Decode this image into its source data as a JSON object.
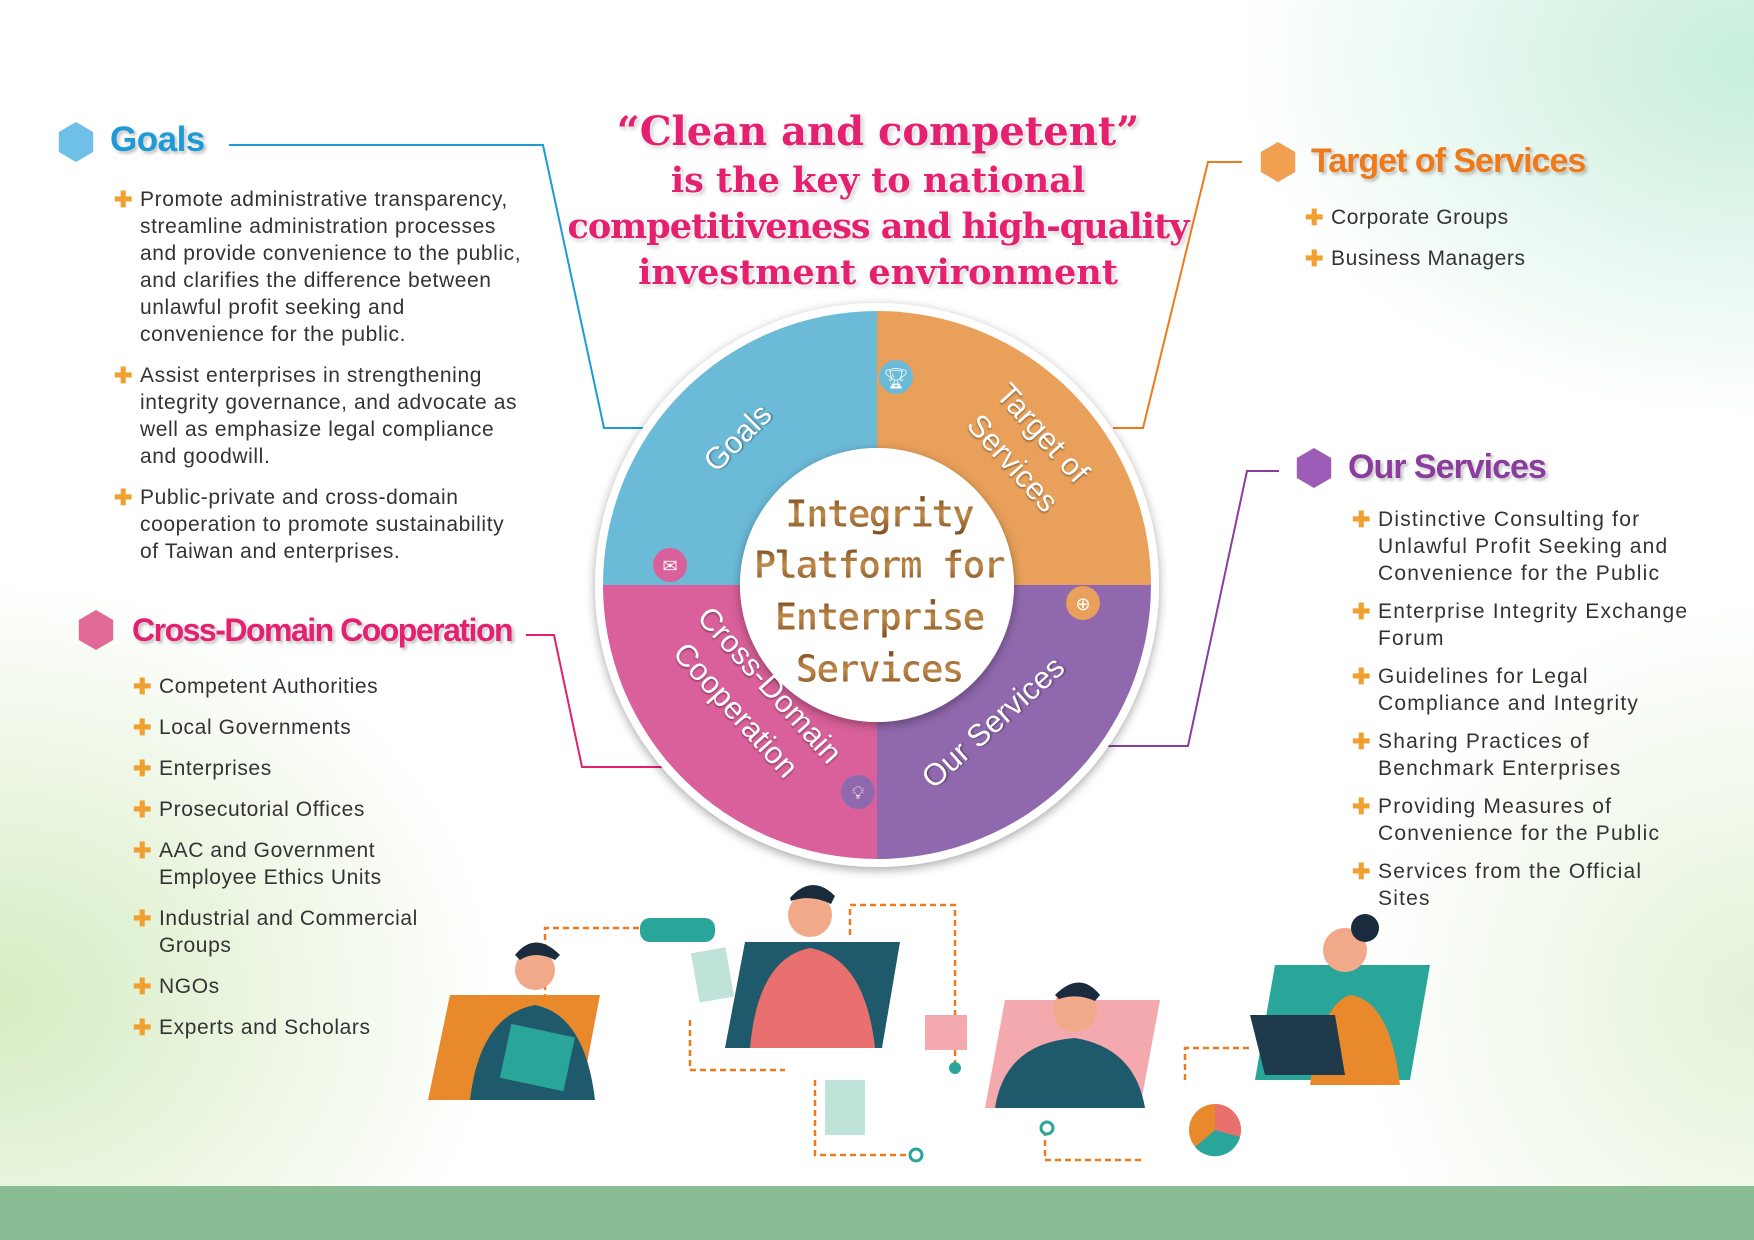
{
  "title": {
    "lines": [
      "“Clean and competent”",
      "is the key to national",
      "competitiveness and high-quality",
      "investment environment"
    ]
  },
  "center": {
    "lines": [
      "Integrity",
      "Platform for",
      "Enterprise",
      "Services"
    ]
  },
  "ring": {
    "goals": "Goals",
    "target": [
      "Target of",
      "Services"
    ],
    "cross": [
      "Cross-Domain",
      "Cooperation"
    ],
    "ours": "Our Services"
  },
  "colors": {
    "goals": "#6bbad8",
    "target": "#e8a05a",
    "ours": "#9068ad",
    "cross": "#d9609a",
    "plus": "#f0a030",
    "band": "#8bbd94"
  },
  "goals": {
    "heading": "Goals",
    "items": [
      "Promote administrative transparency, streamline administration processes and provide convenience to the public, and clarifies the difference between unlawful profit seeking and convenience for the public.",
      "Assist enterprises in strengthening integrity governance, and advocate as well as emphasize legal compliance and goodwill.",
      "Public-private and cross-domain cooperation to promote sustainability of Taiwan and enterprises."
    ]
  },
  "cross": {
    "heading": "Cross-Domain Cooperation",
    "items": [
      "Competent Authorities",
      "Local Governments",
      "Enterprises",
      "Prosecutorial Offices",
      "AAC and Government Employee Ethics Units",
      "Industrial and Commercial Groups",
      "NGOs",
      "Experts and Scholars"
    ]
  },
  "target": {
    "heading": "Target of Services",
    "items": [
      "Corporate Groups",
      "Business Managers"
    ]
  },
  "ours": {
    "heading": "Our Services",
    "items": [
      "Distinctive Consulting for Unlawful Profit Seeking and Convenience for the Public",
      "Enterprise Integrity Exchange Forum",
      "Guidelines for Legal Compliance and Integrity",
      "Sharing Practices of Benchmark Enterprises",
      "Providing Measures of Convenience for the Public",
      "Services from the Official Sites"
    ]
  },
  "plus": "✚"
}
